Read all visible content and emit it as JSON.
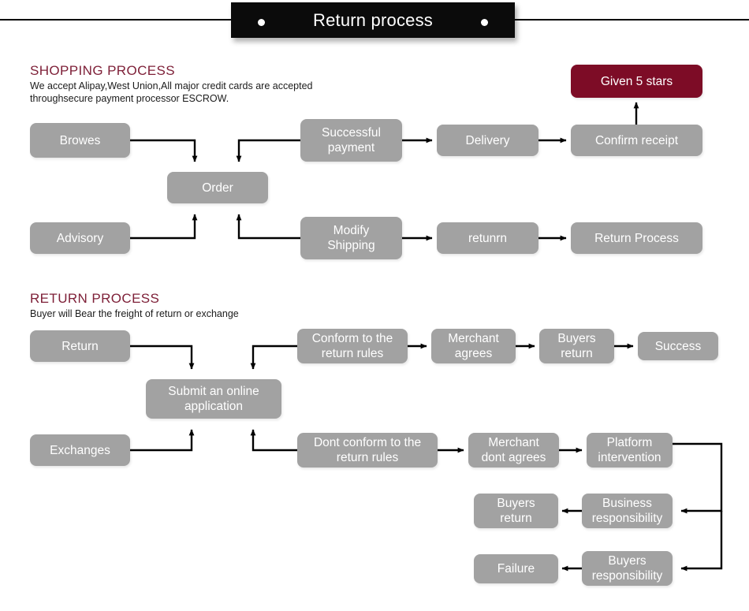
{
  "banner": {
    "title": "Return process",
    "dot_left": "banner-dot-left",
    "dot_right": "banner-dot-right"
  },
  "colors": {
    "node_gray": "#a2a2a2",
    "node_accent": "#7d0c26",
    "heading": "#7e2038",
    "banner_bg": "#0b0b0b",
    "line": "#000000",
    "page_bg": "#ffffff",
    "node_text": "#ffffff"
  },
  "shopping_section": {
    "heading": "SHOPPING PROCESS",
    "subtext": "We accept Alipay,West Union,All major credit cards are accepted\nthroughsecure payment processor ESCROW."
  },
  "return_section": {
    "heading": "RETURN PROCESS",
    "subtext": "Buyer will Bear the freight of return or exchange"
  },
  "nodes": {
    "browes": "Browes",
    "order": "Order",
    "successful_payment": "Successful\npayment",
    "delivery": "Delivery",
    "confirm_receipt": "Confirm receipt",
    "given_5_stars": "Given 5 stars",
    "advisory": "Advisory",
    "modify_shipping": "Modify\nShipping",
    "retunrn": "retunrn",
    "return_process": "Return Process",
    "return": "Return",
    "submit_online_application": "Submit an online\napplication",
    "conform_return_rules": "Conform to the\nreturn rules",
    "merchant_agrees": "Merchant\nagrees",
    "buyers_return_top": "Buyers\nreturn",
    "success": "Success",
    "exchanges": "Exchanges",
    "dont_conform_return_rules": "Dont conform to the\nreturn rules",
    "merchant_dont_agrees": "Merchant\ndont agrees",
    "platform_intervention": "Platform\nintervention",
    "business_responsibility": "Business\nresponsibility",
    "buyers_return_bottom": "Buyers\nreturn",
    "buyers_responsibility": "Buyers\nresponsibility",
    "failure": "Failure"
  }
}
